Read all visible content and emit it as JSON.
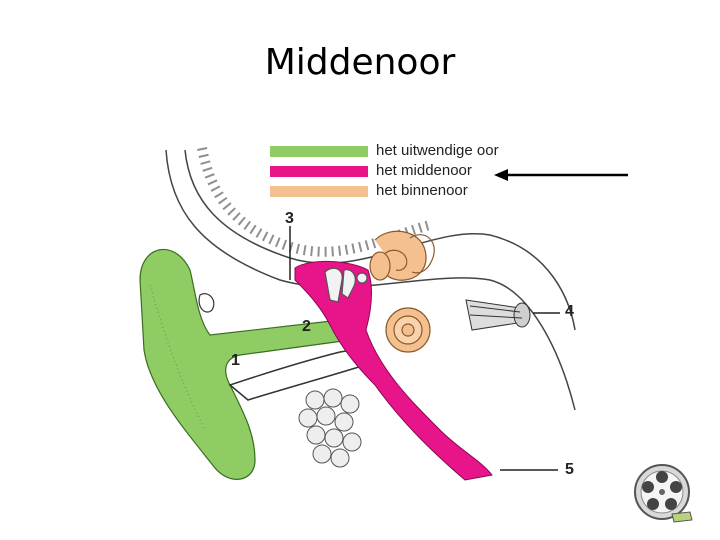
{
  "slide": {
    "title": "Middenoor"
  },
  "legend": [
    {
      "label": "het uitwendige oor",
      "color": "#8fcc63"
    },
    {
      "label": "het middenoor",
      "color": "#e8158a"
    },
    {
      "label": "het binnenoor",
      "color": "#f5c08f"
    }
  ],
  "callouts": [
    "1",
    "2",
    "3",
    "4",
    "5"
  ],
  "colors": {
    "bone_outline": "#222222",
    "skin": "#ffffff",
    "cartilage_fill": "#e9e9e9"
  },
  "icons": {
    "film_reel": "film-reel-icon"
  }
}
